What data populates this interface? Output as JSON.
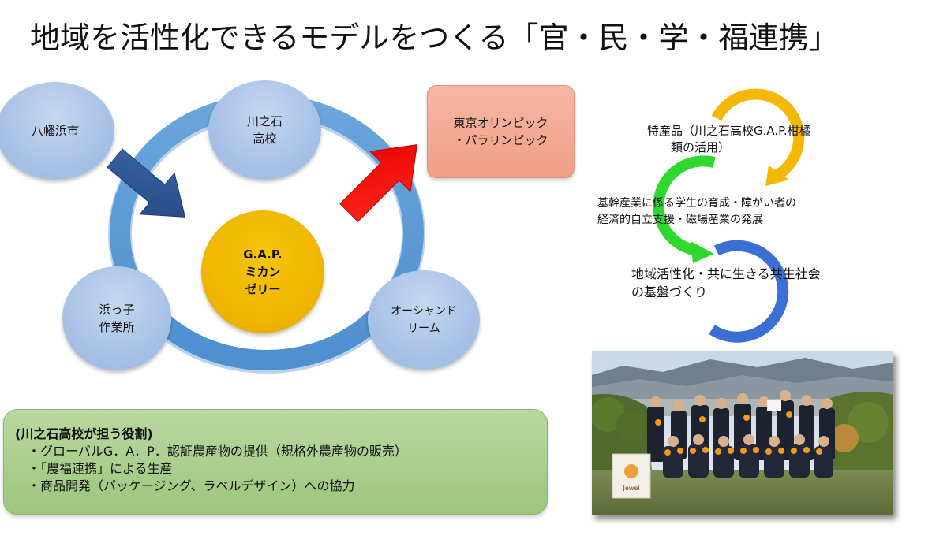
{
  "title": "地域を活性化できるモデルをつくる「官・民・学・福連携」",
  "nodes": {
    "yawatahama": "八幡浜市",
    "kawanoishi": "川之石\n高校",
    "hamakko": "浜っ子\n作業所",
    "oceandream": "オーシャンド\nリーム",
    "center": "G.A.P.\nミカン\nゼリー",
    "olympic": "東京オリンピック\n・パラリンピック"
  },
  "cycle": {
    "item1": "特産品（川之石高校G.A.P.柑橘\n　　類の活用）",
    "item2": "基幹産業に係る学生の育成・障がい者の\n経済的自立支援・磁場産業の発展",
    "item3": "地域活性化・共に生きる共生社会\nの基盤づくり",
    "colors": [
      "#f5b800",
      "#2fd82f",
      "#3b6fd6"
    ]
  },
  "role": {
    "heading": "(川之石高校が担う役割)",
    "items": [
      "・グローバルG．A．P．認証農産物の提供（規格外農産物の販売）",
      "・「農福連携」による生産",
      "・商品開発（パッケージング、ラベルデザイン）への協力"
    ]
  },
  "photo": {
    "sign_text": "Jewel"
  },
  "colors": {
    "ring": "#5b9bd5",
    "node_fill": "#a8c2e6",
    "center_fill": "#efb600",
    "arrow_blue": "#2f5597",
    "arrow_red": "#ff0000",
    "olympic_fill": "#f4a58d",
    "role_fill": "#a9cf8c"
  }
}
